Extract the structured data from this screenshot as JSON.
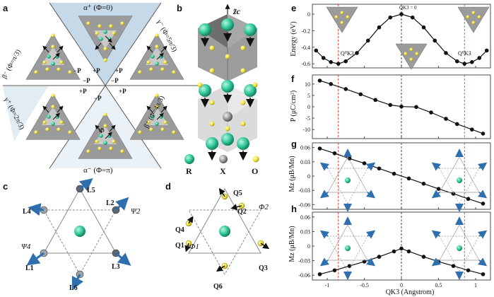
{
  "panel_labels": {
    "a": "a",
    "b": "b",
    "c": "c",
    "d": "d",
    "e": "e",
    "f": "f",
    "g": "g",
    "h": "h"
  },
  "panel_a": {
    "domains": {
      "alpha_plus": "α⁺ (Φ=0)",
      "alpha_minus": "α⁻ (Φ=π)",
      "beta_minus": "β⁻ (Φ=π/3)",
      "beta_plus": "β⁺ (Φ=4π/3)",
      "gamma_minus": "γ⁻ (Φ=5π/3)",
      "gamma_plus": "γ⁺ (Φ=2π/3)"
    },
    "polarization_labels": [
      "+P",
      "−P",
      "−P",
      "+P",
      "+P",
      "−P",
      "+P",
      "−P"
    ],
    "phi_symbol": "Φ"
  },
  "panel_b": {
    "axis_label": "z̃c",
    "legend": [
      {
        "label": "R",
        "color": "#2fc79b"
      },
      {
        "label": "X",
        "color": "#9a9a9a"
      },
      {
        "label": "O",
        "color": "#f2e53c"
      }
    ]
  },
  "panel_c": {
    "labels": [
      "L5",
      "L4",
      "L2",
      "Ψ2",
      "Ψ4",
      "L1",
      "L3",
      "L6"
    ]
  },
  "panel_d": {
    "labels": [
      "Q5",
      "Q2",
      "Φ2",
      "Q4",
      "Q1",
      "Φ1",
      "Q3",
      "Q6"
    ]
  },
  "panel_e": {
    "ylabel": "Energy (eV)",
    "yticks": [
      "0",
      "-0.2",
      "-0.4",
      "-0.6"
    ],
    "annotations": {
      "top": "QK3 = 0",
      "left": "Q⁰K3",
      "right": "Q⁰K3"
    }
  },
  "panel_f": {
    "ylabel": "P (μC/cm²)",
    "yticks": [
      "10",
      "5",
      "0",
      "-5",
      "-10"
    ]
  },
  "panel_g": {
    "ylabel": "Mz (μB/Mn)",
    "yticks": [
      "0.06",
      "0.03",
      "0",
      "-0.03",
      "-0.06"
    ]
  },
  "panel_h": {
    "ylabel": "Mz (μB/Mn)",
    "yticks": [
      "0.06",
      "0.03",
      "0",
      "-0.03",
      "-0.06"
    ]
  },
  "shared_x": {
    "xlabel": "QK3 (Angstrom)",
    "xticks": [
      "-1",
      "-0.5",
      "0",
      "0.5",
      "1"
    ]
  },
  "colors": {
    "R": "#2fc79b",
    "X": "#9a9a9a",
    "O": "#f2e53c",
    "arrow": "#2f6fae",
    "red_line": "#e0302b",
    "green_line": "#3a9a2a",
    "domain_bg": "#c6d9e8"
  },
  "chart_data": [
    {
      "type": "line",
      "title": "",
      "xlabel": "",
      "ylabel": "Energy (eV)",
      "xlim": [
        -1.2,
        1.2
      ],
      "ylim": [
        -0.65,
        0.12
      ],
      "series": [
        {
          "name": "",
          "x": [
            -1.15,
            -1.05,
            -0.95,
            -0.85,
            -0.75,
            -0.6,
            -0.45,
            -0.3,
            -0.15,
            0,
            0.15,
            0.3,
            0.45,
            0.6,
            0.75,
            0.85,
            0.95,
            1.05,
            1.15
          ],
          "y": [
            -0.44,
            -0.53,
            -0.58,
            -0.6,
            -0.57,
            -0.47,
            -0.32,
            -0.16,
            -0.04,
            0.0,
            -0.04,
            -0.16,
            -0.32,
            -0.47,
            -0.57,
            -0.6,
            -0.58,
            -0.53,
            -0.44
          ]
        }
      ],
      "vlines": [
        -0.85,
        0,
        0.85
      ]
    },
    {
      "type": "line",
      "title": "",
      "xlabel": "",
      "ylabel": "P (μC/cm²)",
      "xlim": [
        -1.2,
        1.2
      ],
      "ylim": [
        -14,
        14
      ],
      "series": [
        {
          "name": "",
          "x": [
            -1.1,
            -0.95,
            -0.75,
            -0.55,
            -0.35,
            -0.15,
            0,
            0.2,
            0.4,
            0.6,
            0.75,
            0.95,
            1.1
          ],
          "y": [
            11.5,
            10.0,
            7.8,
            5.5,
            3.0,
            0.8,
            0.1,
            -0.1,
            -2.5,
            -5.3,
            -7.6,
            -10.0,
            -11.8
          ]
        }
      ],
      "vlines": [
        -0.85,
        0,
        0.85
      ]
    },
    {
      "type": "line",
      "title": "",
      "xlabel": "",
      "ylabel": "Mz (μB/Mn)",
      "xlim": [
        -1.2,
        1.2
      ],
      "ylim": [
        -0.07,
        0.07
      ],
      "series": [
        {
          "name": "",
          "x": [
            -1.1,
            -0.9,
            -0.7,
            -0.5,
            -0.3,
            -0.1,
            0.1,
            0.3,
            0.5,
            0.7,
            0.9,
            1.1
          ],
          "y": [
            0.058,
            0.048,
            0.037,
            0.027,
            0.016,
            0.005,
            -0.005,
            -0.016,
            -0.027,
            -0.037,
            -0.048,
            -0.058
          ]
        }
      ],
      "vlines": [
        -0.85,
        0,
        0.85
      ]
    },
    {
      "type": "line",
      "title": "",
      "xlabel": "QK3 (Angstrom)",
      "ylabel": "Mz (μB/Mn)",
      "xlim": [
        -1.2,
        1.2
      ],
      "ylim": [
        -0.07,
        0.07
      ],
      "series": [
        {
          "name": "",
          "x": [
            -1.1,
            -0.9,
            -0.7,
            -0.5,
            -0.3,
            -0.1,
            0,
            0.1,
            0.3,
            0.5,
            0.7,
            0.9,
            1.1
          ],
          "y": [
            -0.058,
            -0.05,
            -0.041,
            -0.032,
            -0.022,
            -0.011,
            -0.005,
            -0.011,
            -0.022,
            -0.032,
            -0.041,
            -0.05,
            -0.058
          ]
        }
      ],
      "vlines": [
        -0.85,
        0,
        0.85
      ]
    }
  ]
}
